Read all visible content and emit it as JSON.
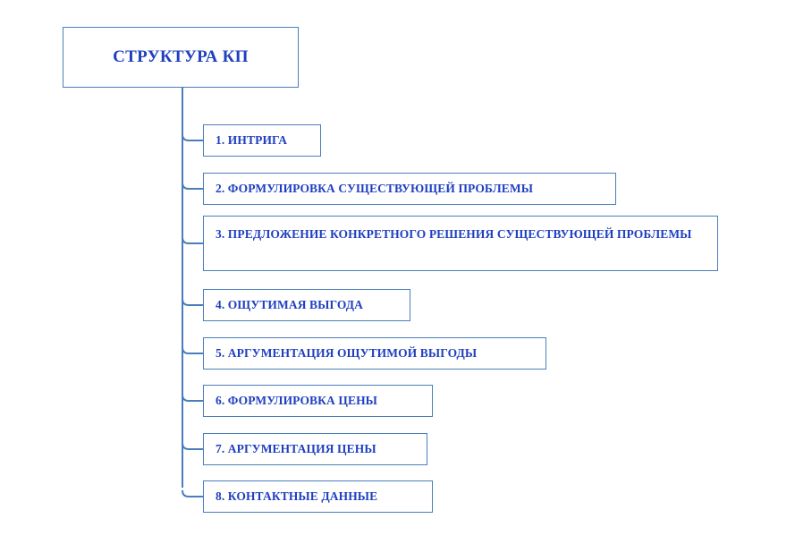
{
  "diagram": {
    "title_node": {
      "label": "СТРУКТУРА КП"
    },
    "children": [
      {
        "id": "node-1",
        "label": "1. ИНТРИГА"
      },
      {
        "id": "node-2",
        "label": "2. ФОРМУЛИРОВКА СУЩЕСТВУЮЩЕЙ ПРОБЛЕМЫ"
      },
      {
        "id": "node-3",
        "label": "3. ПРЕДЛОЖЕНИЕ КОНКРЕТНОГО РЕШЕНИЯ СУЩЕСТВУЮЩЕЙ ПРОБЛЕМЫ"
      },
      {
        "id": "node-4",
        "label": "4. ОЩУТИМАЯ ВЫГОДА"
      },
      {
        "id": "node-5",
        "label": "5. АРГУМЕНТАЦИЯ ОЩУТИМОЙ ВЫГОДЫ"
      },
      {
        "id": "node-6",
        "label": "6. ФОРМУЛИРОВКА ЦЕНЫ"
      },
      {
        "id": "node-7",
        "label": "7. АРГУМЕНТАЦИЯ ЦЕНЫ"
      },
      {
        "id": "node-8",
        "label": "8. КОНТАКТНЫЕ ДАННЫЕ"
      }
    ],
    "colors": {
      "border": "#4a7ebb",
      "text": "#1f3fc0",
      "connector": "#4a7ebb",
      "background": "#ffffff"
    }
  }
}
